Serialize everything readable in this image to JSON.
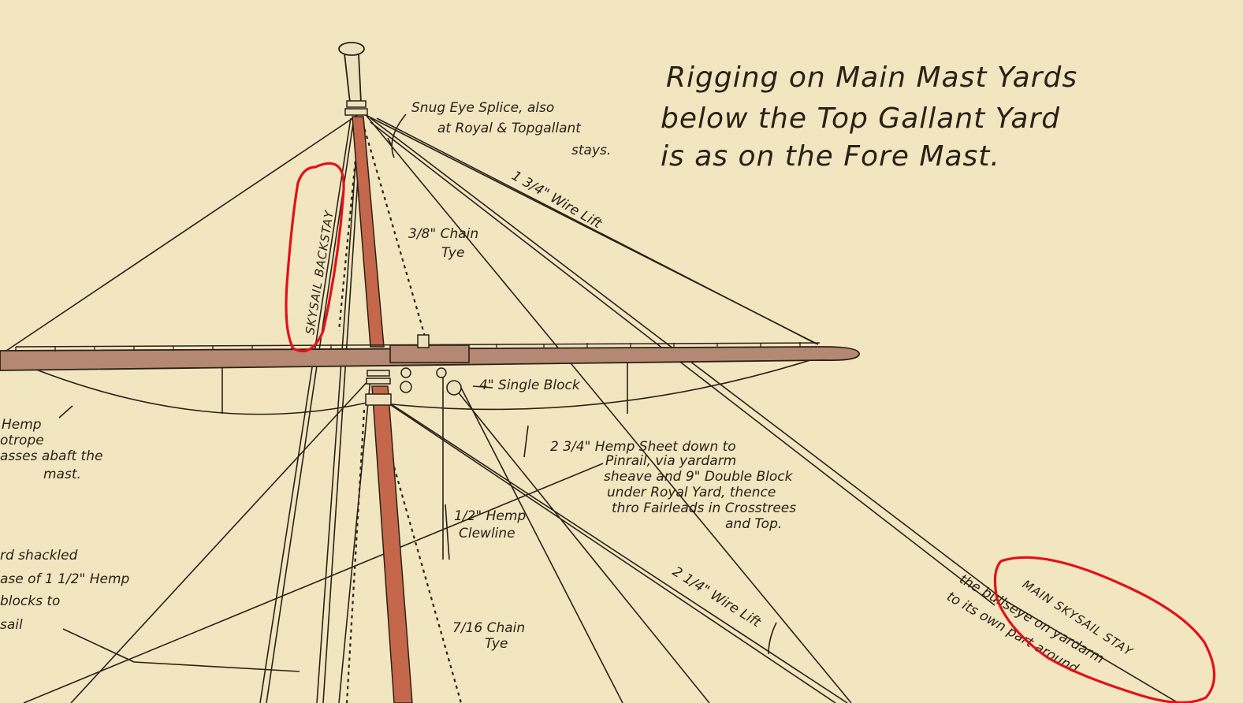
{
  "title": {
    "line1": "Rigging on Main Mast Yards",
    "line2": "below the Top Gallant Yard",
    "line3": "is as on the Fore Mast."
  },
  "labels": {
    "snug_eye_1": "Snug Eye Splice, also",
    "snug_eye_2": "at Royal & Topgallant",
    "snug_eye_3": "stays.",
    "wire_lift_upper": "1 3/4\" Wire Lift",
    "chain_tye_upper_1": "3/8\" Chain",
    "chain_tye_upper_2": "Tye",
    "skysail_backstay": "SKYSAIL BACKSTAY",
    "single_block": "4\" Single Block",
    "hemp_footrope_1": "Hemp",
    "hemp_footrope_2": "otrope",
    "hemp_footrope_3": "asses abaft the",
    "hemp_footrope_4": "mast.",
    "hemp_sheet_1": "2 3/4\" Hemp Sheet down to",
    "hemp_sheet_2": "Pinrail, via yardarm",
    "hemp_sheet_3": "sheave and 9\" Double Block",
    "hemp_sheet_4": "under Royal Yard, thence",
    "hemp_sheet_5": "thro Fairleads in Crosstrees",
    "hemp_sheet_6": "and Top.",
    "clewline_1": "1/2\" Hemp",
    "clewline_2": "Clewline",
    "shackled_1": "rd shackled",
    "shackled_2": "ase of 1 1/2\" Hemp",
    "shackled_3": "blocks to",
    "shackled_4": "sail",
    "wire_lift_lower": "2 1/4\" Wire Lift",
    "chain_tye_lower_1": "7/16 Chain",
    "chain_tye_lower_2": "Tye",
    "main_skysail_stay": "MAIN SKYSAIL STAY",
    "bullseye_1": "the bullseye on yardarm",
    "bullseye_2": "to its own part around"
  },
  "colors": {
    "paper": "#f1e6bf",
    "ink": "#2a2118",
    "mast": "#c4674a",
    "yard": "#b48873",
    "highlight": "#e3101a"
  }
}
